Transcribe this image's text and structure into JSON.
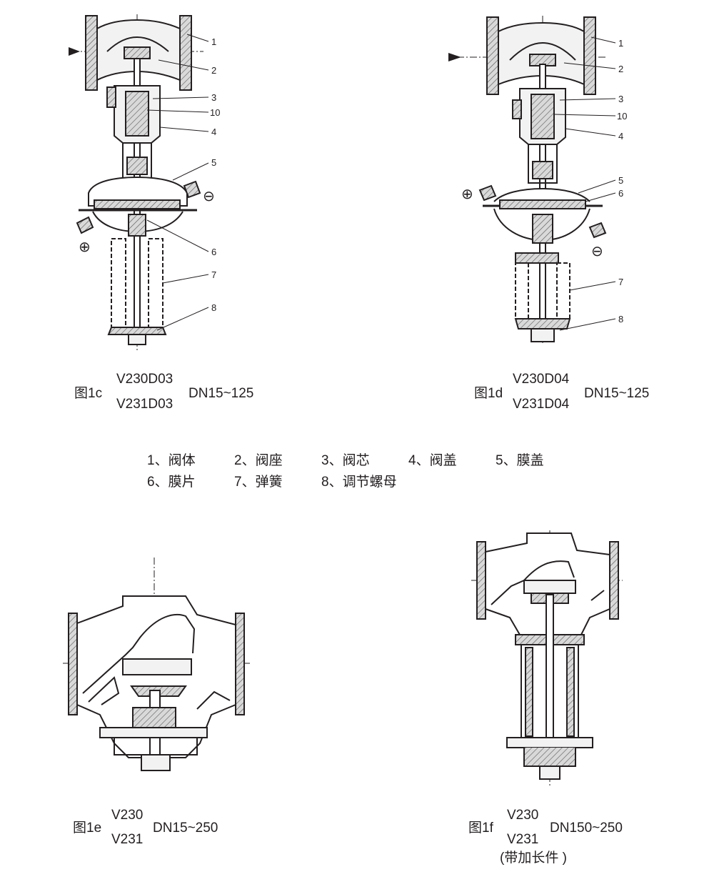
{
  "figures": {
    "fig1c": {
      "title": "图1c",
      "models": [
        "V230D03",
        "V231D03"
      ],
      "range": "DN15~125",
      "callouts": [
        "1",
        "2",
        "3",
        "10",
        "4",
        "5",
        "6",
        "7",
        "8"
      ],
      "plus": "⊕",
      "minus": "⊖"
    },
    "fig1d": {
      "title": "图1d",
      "models": [
        "V230D04",
        "V231D04"
      ],
      "range": "DN15~125",
      "callouts": [
        "1",
        "2",
        "3",
        "10",
        "4",
        "5",
        "6",
        "7",
        "8"
      ],
      "plus": "⊕",
      "minus": "⊖"
    },
    "fig1e": {
      "title": "图1e",
      "models": [
        "V230",
        "V231"
      ],
      "range": "DN15~250"
    },
    "fig1f": {
      "title": "图1f",
      "models": [
        "V230",
        "V231"
      ],
      "range": "DN150~250",
      "note": "(带加长件 )"
    }
  },
  "legend": [
    "1、阀体",
    "2、阀座",
    "3、阀芯",
    "4、阀盖",
    "5、膜盖",
    "6、膜片",
    "7、弹簧",
    "8、调节螺母"
  ]
}
